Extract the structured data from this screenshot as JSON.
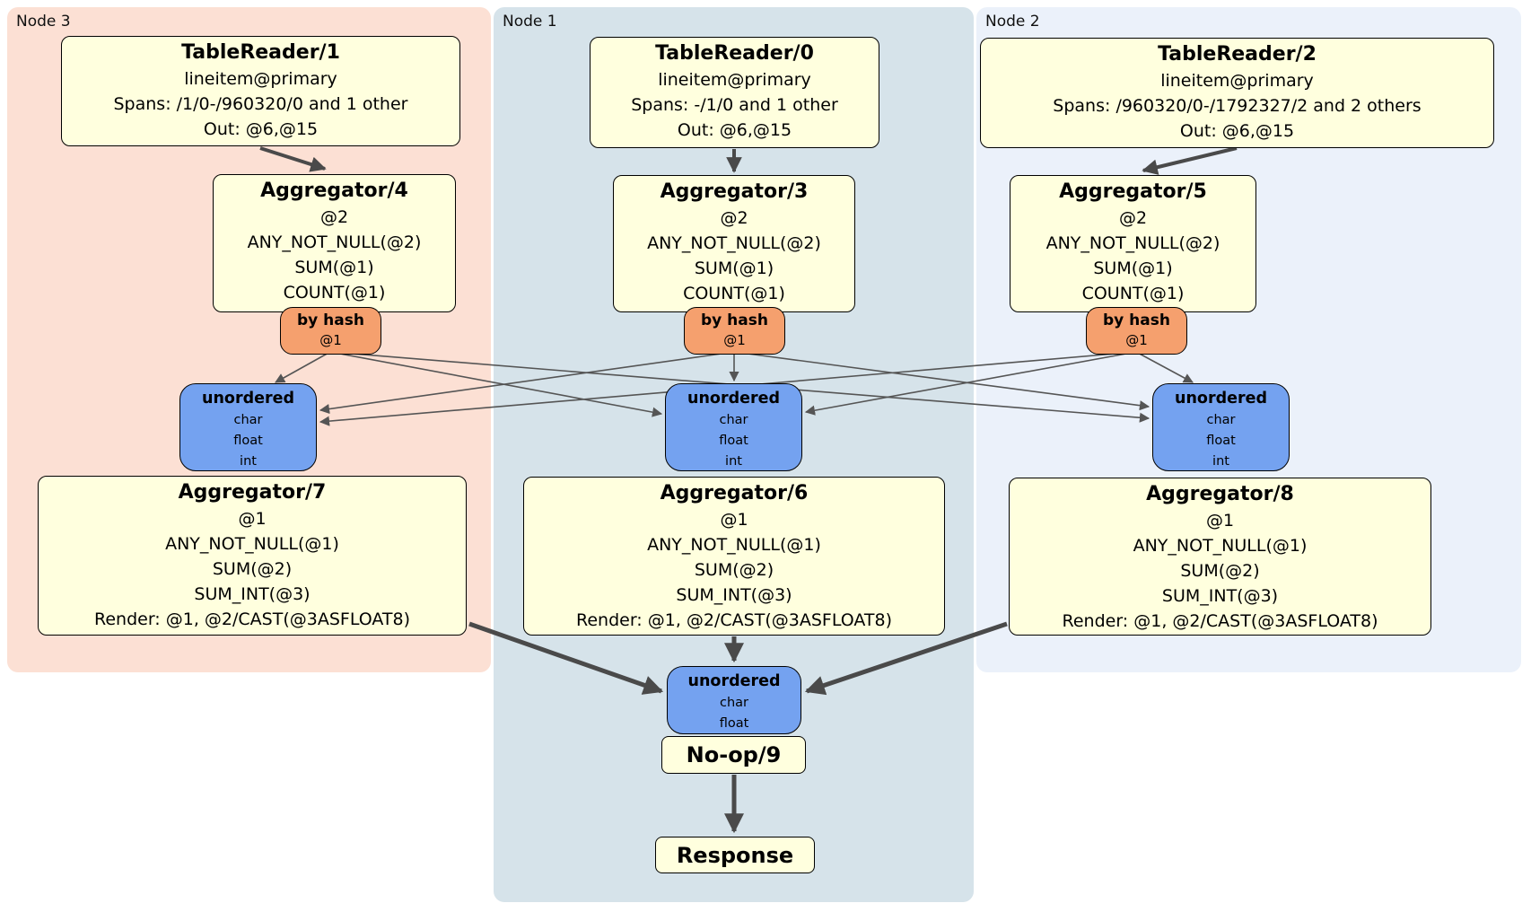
{
  "colors": {
    "node3_panel_bg": "#fce0d4",
    "node1_panel_bg": "#d6e3ea",
    "node2_panel_bg": "#ebf1fa",
    "processor_box_bg": "#ffffde",
    "router_box_bg": "#f5a06e",
    "sync_box_bg": "#74a2f0",
    "edge_color": "#4a4a4a"
  },
  "columns": [
    {
      "node_label": "Node 3",
      "table_reader": {
        "title": "TableReader/1",
        "index": "lineitem@primary",
        "spans": "Spans: /1/0-/960320/0 and 1 other",
        "out": "Out: @6,@15"
      },
      "aggregator_top": {
        "title": "Aggregator/4",
        "lines": [
          "@2",
          "ANY_NOT_NULL(@2)",
          "SUM(@1)",
          "COUNT(@1)"
        ]
      },
      "router": {
        "title": "by hash",
        "subtitle": "@1"
      },
      "sync": {
        "title": "unordered",
        "lines": [
          "char",
          "float",
          "int"
        ]
      },
      "aggregator_bottom": {
        "title": "Aggregator/7",
        "lines": [
          "@1",
          "ANY_NOT_NULL(@1)",
          "SUM(@2)",
          "SUM_INT(@3)",
          "Render: @1, @2/CAST(@3ASFLOAT8)"
        ]
      }
    },
    {
      "node_label": "Node 1",
      "table_reader": {
        "title": "TableReader/0",
        "index": "lineitem@primary",
        "spans": "Spans: -/1/0 and 1 other",
        "out": "Out: @6,@15"
      },
      "aggregator_top": {
        "title": "Aggregator/3",
        "lines": [
          "@2",
          "ANY_NOT_NULL(@2)",
          "SUM(@1)",
          "COUNT(@1)"
        ]
      },
      "router": {
        "title": "by hash",
        "subtitle": "@1"
      },
      "sync": {
        "title": "unordered",
        "lines": [
          "char",
          "float",
          "int"
        ]
      },
      "aggregator_bottom": {
        "title": "Aggregator/6",
        "lines": [
          "@1",
          "ANY_NOT_NULL(@1)",
          "SUM(@2)",
          "SUM_INT(@3)",
          "Render: @1, @2/CAST(@3ASFLOAT8)"
        ]
      }
    },
    {
      "node_label": "Node 2",
      "table_reader": {
        "title": "TableReader/2",
        "index": "lineitem@primary",
        "spans": "Spans: /960320/0-/1792327/2 and 2 others",
        "out": "Out: @6,@15"
      },
      "aggregator_top": {
        "title": "Aggregator/5",
        "lines": [
          "@2",
          "ANY_NOT_NULL(@2)",
          "SUM(@1)",
          "COUNT(@1)"
        ]
      },
      "router": {
        "title": "by hash",
        "subtitle": "@1"
      },
      "sync": {
        "title": "unordered",
        "lines": [
          "char",
          "float",
          "int"
        ]
      },
      "aggregator_bottom": {
        "title": "Aggregator/8",
        "lines": [
          "@1",
          "ANY_NOT_NULL(@1)",
          "SUM(@2)",
          "SUM_INT(@3)",
          "Render: @1, @2/CAST(@3ASFLOAT8)"
        ]
      }
    }
  ],
  "final_stage": {
    "sync": {
      "title": "unordered",
      "lines": [
        "char",
        "float"
      ]
    },
    "noop_label": "No-op/9",
    "response_label": "Response"
  }
}
